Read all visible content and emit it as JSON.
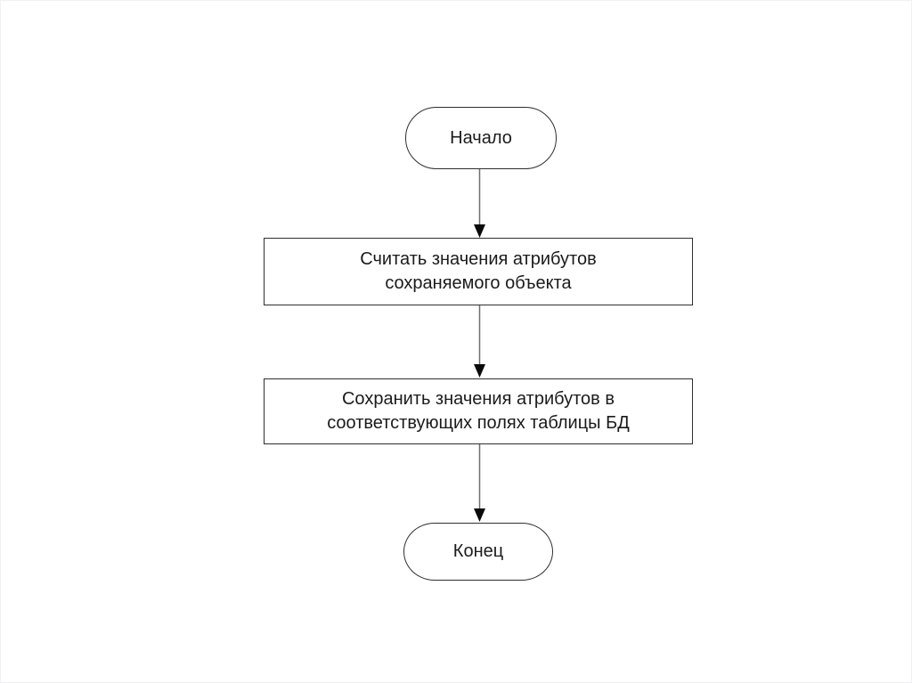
{
  "diagram": {
    "type": "flowchart",
    "background": "#ffffff",
    "shape_stroke_color": "#2e2e2e",
    "text_color": "#1b1b1b",
    "connector_color": "#6e6e6e",
    "arrowhead_color": "#0a0a0a",
    "nodes": [
      {
        "id": "start",
        "type": "terminator",
        "label": "Начало",
        "lines": [
          "Начало"
        ]
      },
      {
        "id": "read-attributes",
        "type": "process",
        "label": "Считать значения атрибутов сохраняемого объекта",
        "lines": [
          "Считать значения атрибутов",
          "сохраняемого объекта"
        ]
      },
      {
        "id": "save-attributes",
        "type": "process",
        "label": "Сохранить значения атрибутов в соответствующих полях таблицы БД",
        "lines": [
          "Сохранить значения атрибутов в",
          "соответствующих полях таблицы БД"
        ]
      },
      {
        "id": "end",
        "type": "terminator",
        "label": "Конец",
        "lines": [
          "Конец"
        ]
      }
    ],
    "edges": [
      {
        "from": "start",
        "to": "read-attributes",
        "direction": "down"
      },
      {
        "from": "read-attributes",
        "to": "save-attributes",
        "direction": "down"
      },
      {
        "from": "save-attributes",
        "to": "end",
        "direction": "down"
      }
    ]
  }
}
